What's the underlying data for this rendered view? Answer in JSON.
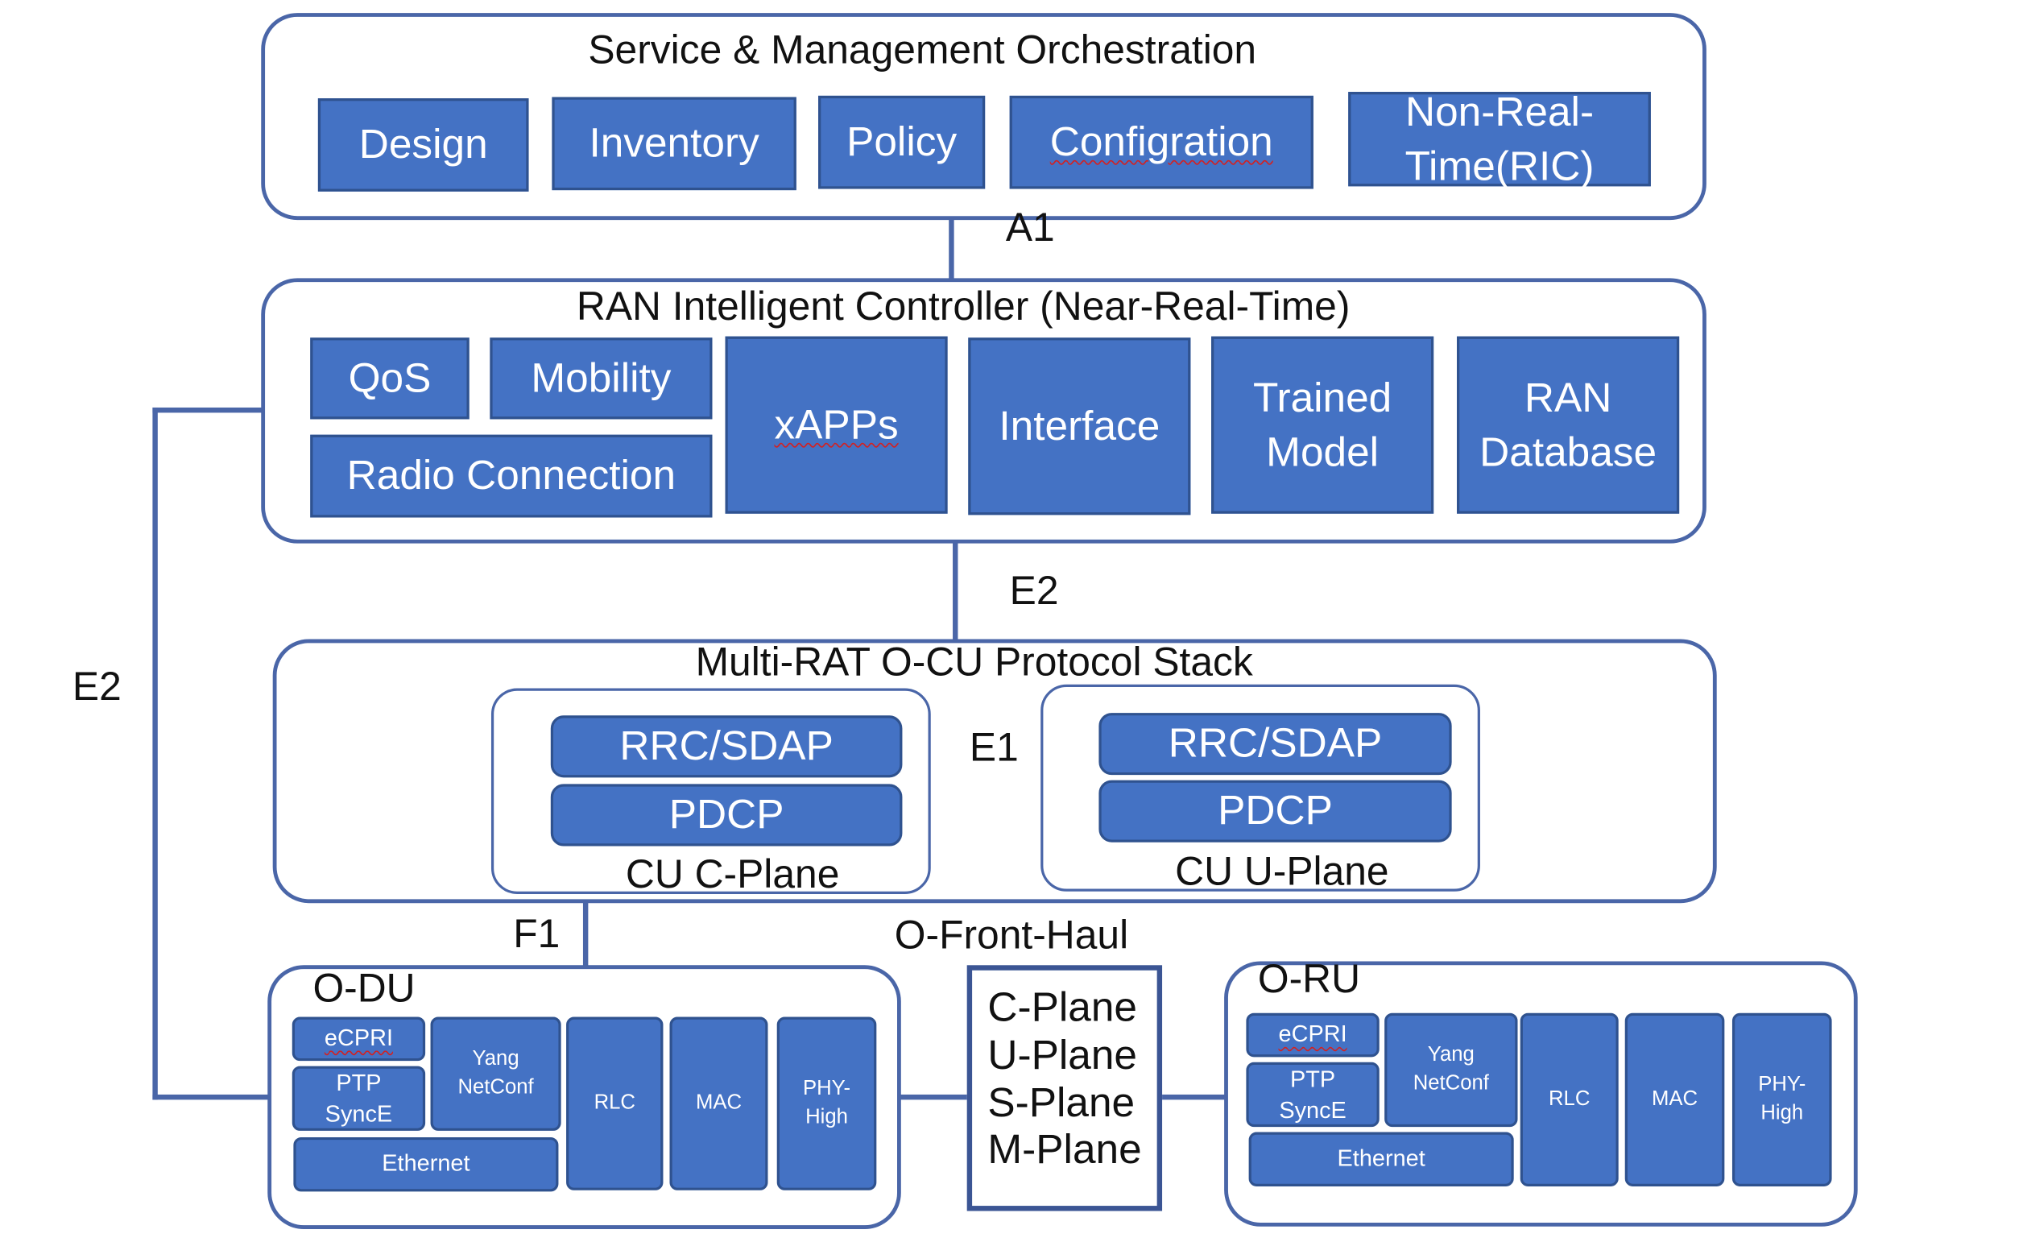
{
  "smo": {
    "title": "Service & Management Orchestration",
    "items": [
      "Design",
      "Inventory",
      "Policy",
      "Configration",
      "Non-Real-\nTime(RIC)"
    ]
  },
  "interfaces": {
    "a1": "A1",
    "e2_top": "E2",
    "e2_left": "E2",
    "e1": "E1",
    "f1": "F1",
    "fronthaul": "O-Front-Haul"
  },
  "ric": {
    "title": "RAN Intelligent Controller (Near-Real-Time)",
    "qos": "QoS",
    "mobility": "Mobility",
    "radio_connection": "Radio Connection",
    "xapps": "xAPPs",
    "interface": "Interface",
    "trained_model": "Trained\nModel",
    "ran_database": "RAN\nDatabase"
  },
  "ocu": {
    "title": "Multi-RAT O-CU Protocol Stack",
    "cp": {
      "label": "CU C-Plane",
      "rrc": "RRC/SDAP",
      "pdcp": "PDCP"
    },
    "up": {
      "label": "CU U-Plane",
      "rrc": "RRC/SDAP",
      "pdcp": "PDCP"
    }
  },
  "odu": {
    "title": "O-DU",
    "ecpri": "eCPRI",
    "ptp": "PTP\nSyncE",
    "yang": "Yang\nNetConf",
    "ethernet": "Ethernet",
    "rlc": "RLC",
    "mac": "MAC",
    "phy": "PHY-\nHigh"
  },
  "oru": {
    "title": "O-RU",
    "ecpri": "eCPRI",
    "ptp": "PTP\nSyncE",
    "yang": "Yang\nNetConf",
    "ethernet": "Ethernet",
    "rlc": "RLC",
    "mac": "MAC",
    "phy": "PHY-\nHigh"
  },
  "planes": [
    "C-Plane",
    "U-Plane",
    "S-Plane",
    "M-Plane"
  ],
  "colors": {
    "box_fill": "#4472c4",
    "box_border": "#2f528f",
    "frame": "#4a66a8"
  }
}
